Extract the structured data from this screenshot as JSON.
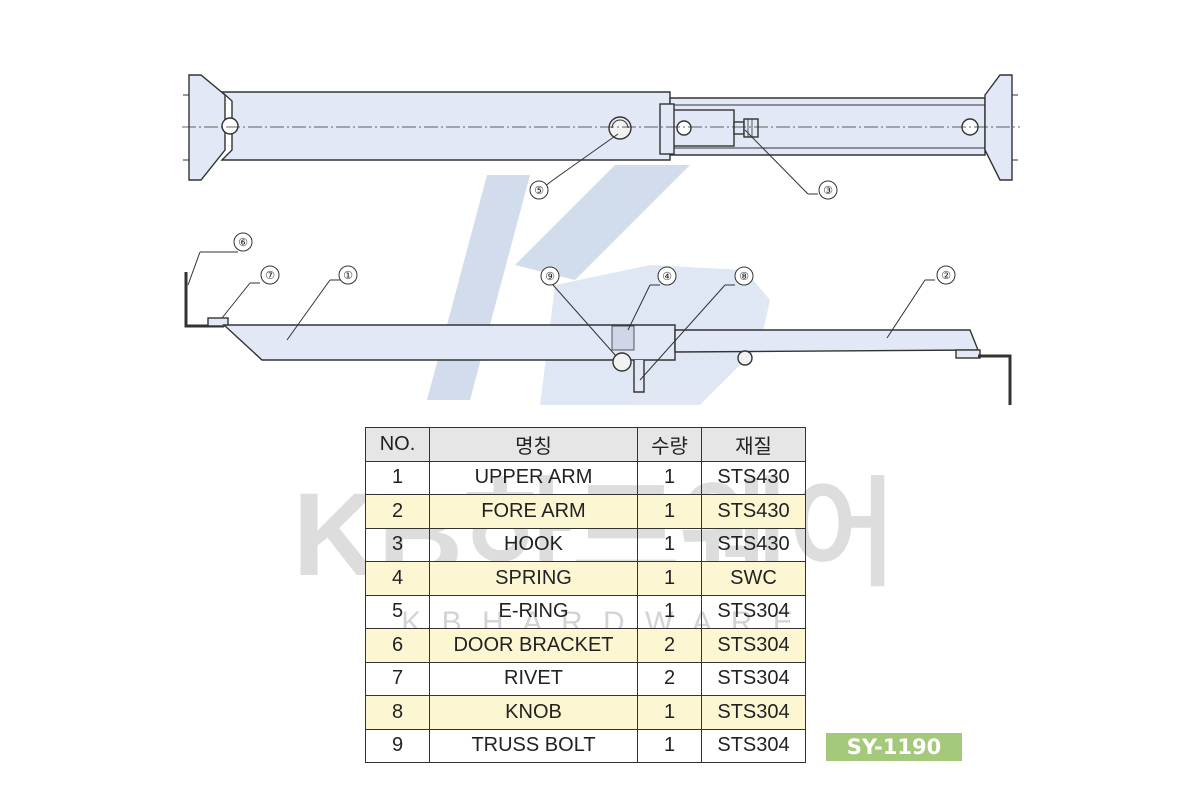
{
  "callouts": {
    "c1": "①",
    "c2": "②",
    "c3": "③",
    "c4": "④",
    "c5": "⑤",
    "c6": "⑥",
    "c7": "⑦",
    "c8": "⑧",
    "c9": "⑨"
  },
  "watermark": {
    "logo_letters": "KB",
    "brand_text": "KB하드웨어",
    "brand_sub": "K  B    H  A  R  D  W  A  R  E"
  },
  "table": {
    "headers": [
      "NO.",
      "명칭",
      "수량",
      "재질"
    ],
    "rows": [
      [
        "1",
        "UPPER ARM",
        "1",
        "STS430"
      ],
      [
        "2",
        "FORE ARM",
        "1",
        "STS430"
      ],
      [
        "3",
        "HOOK",
        "1",
        "STS430"
      ],
      [
        "4",
        "SPRING",
        "1",
        "SWC"
      ],
      [
        "5",
        "E-RING",
        "1",
        "STS304"
      ],
      [
        "6",
        "DOOR BRACKET",
        "2",
        "STS304"
      ],
      [
        "7",
        "RIVET",
        "2",
        "STS304"
      ],
      [
        "8",
        "KNOB",
        "1",
        "STS304"
      ],
      [
        "9",
        "TRUSS BOLT",
        "1",
        "STS304"
      ]
    ]
  },
  "model": "SY-1190",
  "colors": {
    "part_fill": "#e3e8f6",
    "outline": "#333333",
    "highlight_row": "#fdf6d2",
    "badge": "#a5c97a"
  }
}
